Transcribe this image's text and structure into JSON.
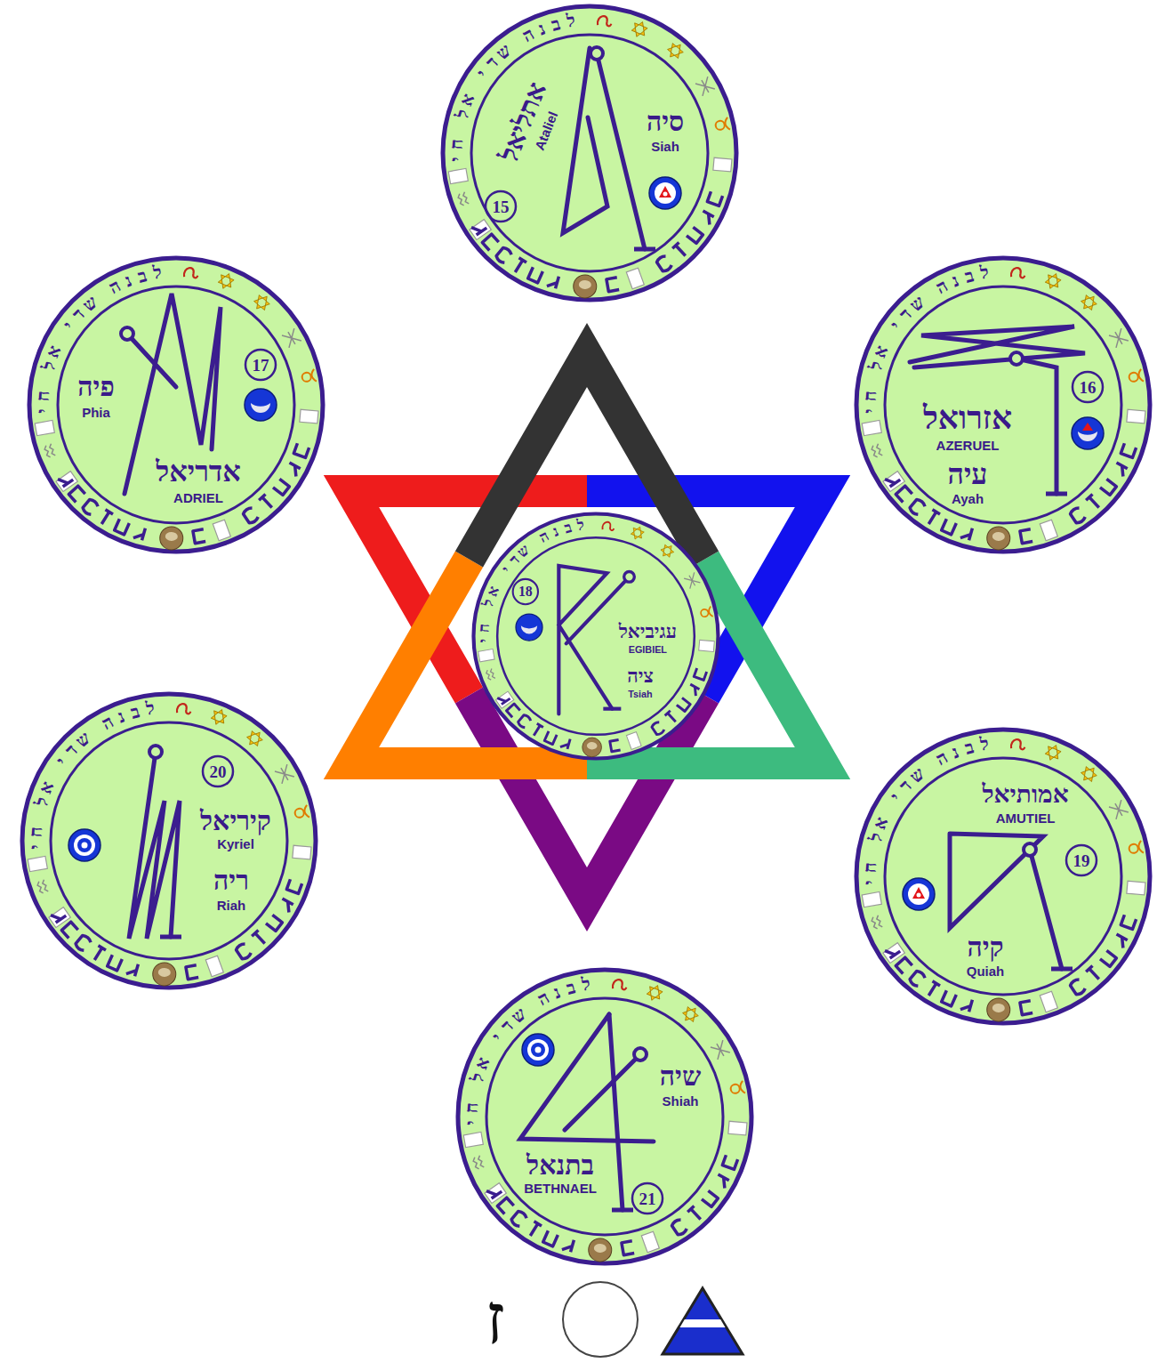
{
  "diagram": {
    "nodes": [
      {
        "text": [
          "לבנה שדי אל חי",
          "אתליאל",
          "Ataliel",
          "סיה",
          "Siah",
          "15"
        ]
      },
      {
        "text": [
          "לבנה שדי אל חי",
          "אדריאל",
          "ADRIEL",
          "פיה",
          "Phia",
          "17"
        ]
      },
      {
        "text": [
          "לבנה שדי אל חי",
          "אזרואל",
          "AZERUEL",
          "עיה",
          "Ayah",
          "16"
        ]
      },
      {
        "text": [
          "לבנה שדי אל חי",
          "עגיביאל",
          "EGIBIEL",
          "ציה",
          "Tsiah",
          "18"
        ]
      },
      {
        "text": [
          "לבנה שדי אל חי",
          "קיריאל",
          "Kyriel",
          "ריה",
          "Riah",
          "20"
        ]
      },
      {
        "text": [
          "לבנה שדי אל חי",
          "אמותיאל",
          "AMUTIEL",
          "קיה",
          "Quiah",
          "19"
        ]
      },
      {
        "text": [
          "לבנה שדי אל חי",
          "בתנאל",
          "BETHNAEL",
          "שיה",
          "Shiah",
          "21"
        ]
      }
    ],
    "labels": [
      "ז"
    ]
  }
}
